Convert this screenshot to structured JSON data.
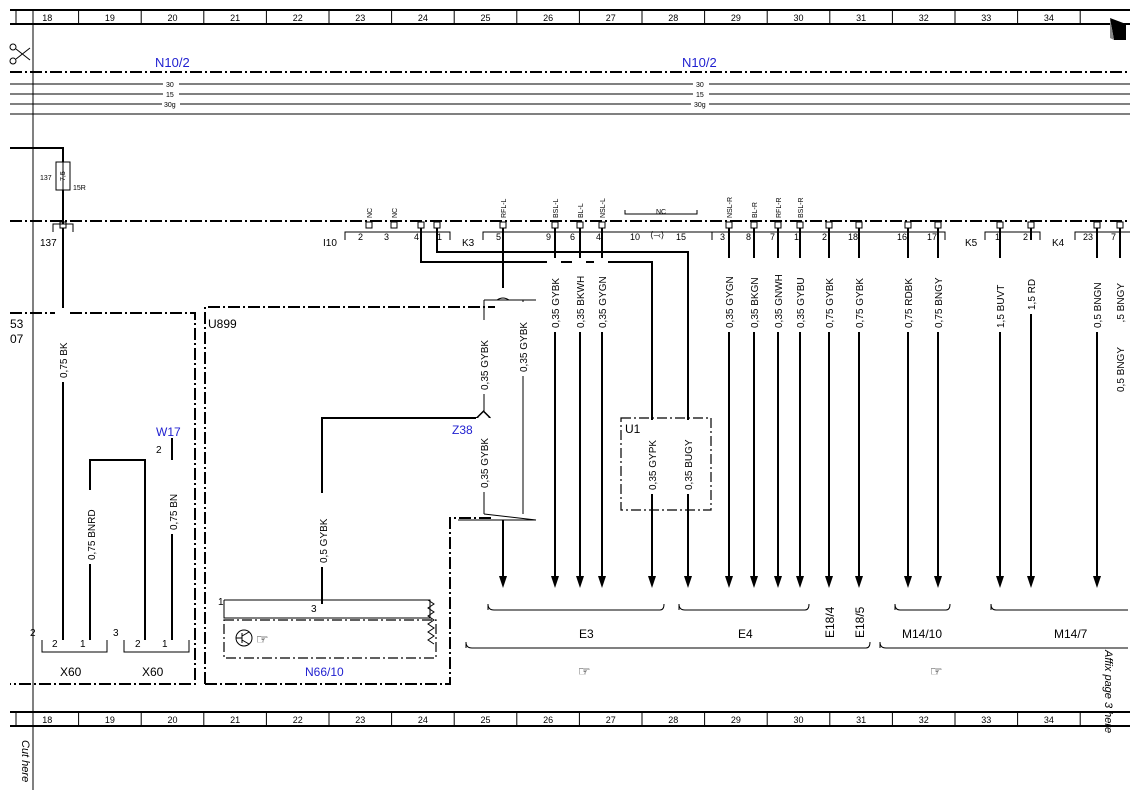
{
  "ruler": {
    "columns": [
      "18",
      "19",
      "20",
      "21",
      "22",
      "23",
      "24",
      "25",
      "26",
      "27",
      "28",
      "29",
      "30",
      "31",
      "32",
      "33",
      "34"
    ]
  },
  "top_labels": {
    "left": "N10/2",
    "right": "N10/2"
  },
  "buses": [
    {
      "label": "30"
    },
    {
      "label": "15"
    },
    {
      "label": "30g"
    }
  ],
  "fuse": {
    "number": "137",
    "rating": "7,5",
    "circuit": "15R"
  },
  "connector_pins": {
    "p137": "137",
    "i10": "I10",
    "k3": "K3",
    "k5": "K5",
    "k4": "K4",
    "nc_box": "NC",
    "pins": [
      "2",
      "3",
      "4",
      "1",
      "5",
      "9",
      "6",
      "4",
      "10",
      "15",
      "3",
      "8",
      "7",
      "1",
      "2",
      "18",
      "16",
      "17",
      "1",
      "2",
      "23",
      "7"
    ],
    "signals": [
      "NC",
      "NC",
      "RFL-L",
      "BSL-L",
      "BL-L",
      "NSL-L",
      "NSL-R",
      "BL-R",
      "RFL-R",
      "BSL-R"
    ]
  },
  "wires": [
    "0,75 BK",
    "0,75 BNRD",
    "0,75 BN",
    "0,5 GYBK",
    "0,35 GYBK",
    "0,35 GYBK",
    "0,35 GYBK",
    "0,35 GYBK",
    "0,35 BKWH",
    "0,35 GYGN",
    "0,35 GYPK",
    "0,35 BUGY",
    "0,35 GYGN",
    "0,35 BKGN",
    "0,35 GNWH",
    "0,35 GYBU",
    "0,75 GYBK",
    "0,75 GYBK",
    "0,75 RDBK",
    "0,75 BNGY",
    "1,5 BUVT",
    "1,5 RD",
    "0,5 BNGN",
    "0,5 BNGY",
    "0,5 BNGY"
  ],
  "components": {
    "u899": "U899",
    "w17": "W17",
    "w17_pin": "2",
    "z38": "Z38",
    "u1": "U1",
    "n66": "N66/10",
    "n66_pin1": "1",
    "n66_pin3": "3",
    "left_53": "53",
    "left_07": "07",
    "x60_a": "X60",
    "x60_b": "X60",
    "x60_a_pins": [
      "2",
      "1"
    ],
    "x60_b_pins": [
      "2",
      "1"
    ],
    "x60_a_outer": "2",
    "x60_b_outer": "3",
    "e3": "E3",
    "e4": "E4",
    "e18_4": "E18/4",
    "e18_5": "E18/5",
    "m14_10": "M14/10",
    "m14_7": "M14/7"
  },
  "side_text": {
    "cut": "Cut here",
    "affix": "Affix page 3 here"
  },
  "icons": [
    "scissors-icon",
    "pointing-hand-icon",
    "transistor-icon",
    "page-corner-icon"
  ]
}
